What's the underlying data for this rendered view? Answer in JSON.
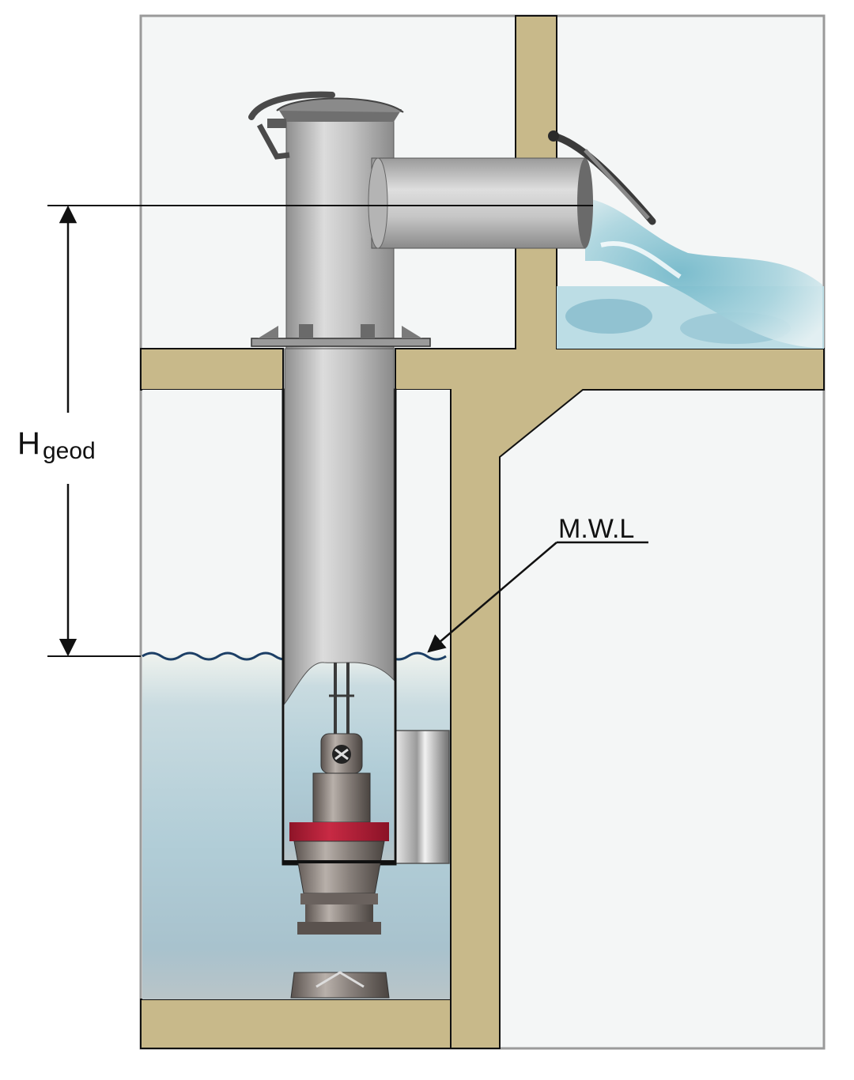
{
  "labels": {
    "height_main": "H",
    "height_sub": "geod",
    "mwl": "M.W.L"
  },
  "colors": {
    "concrete": "#c8b98a",
    "wall_outline": "#111111",
    "room_fill": "#f4f6f6",
    "water_top": "#eef2ee",
    "water_mid": "#aecbd6",
    "water_deep": "#9fb8c4",
    "water_line": "#1c3f66",
    "pipe_light": "#d2d2d2",
    "pipe_dark": "#8e8e8e",
    "motor_band": "#b3203a",
    "outflow": "#8ec8d6",
    "frame": "#9a9a9a"
  }
}
